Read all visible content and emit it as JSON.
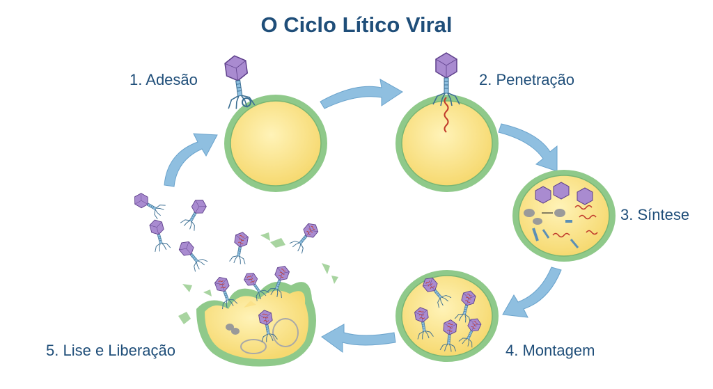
{
  "title": "O Ciclo Lítico Viral",
  "stages": [
    {
      "number": "1.",
      "label": "Adesão"
    },
    {
      "number": "2.",
      "label": "Penetração"
    },
    {
      "number": "3.",
      "label": "Síntese"
    },
    {
      "number": "4.",
      "label": "Montagem"
    },
    {
      "number": "5.",
      "label": "Lise e Liberação"
    }
  ],
  "colors": {
    "title": "#1f4e79",
    "cell_fill": "#fbe28a",
    "cell_membrane": "#8fc98a",
    "arrow": "#8fbfe0",
    "capsid": "#a98bd0",
    "phage_tail": "#5b8fb5",
    "viral_dna": "#c0392b"
  }
}
